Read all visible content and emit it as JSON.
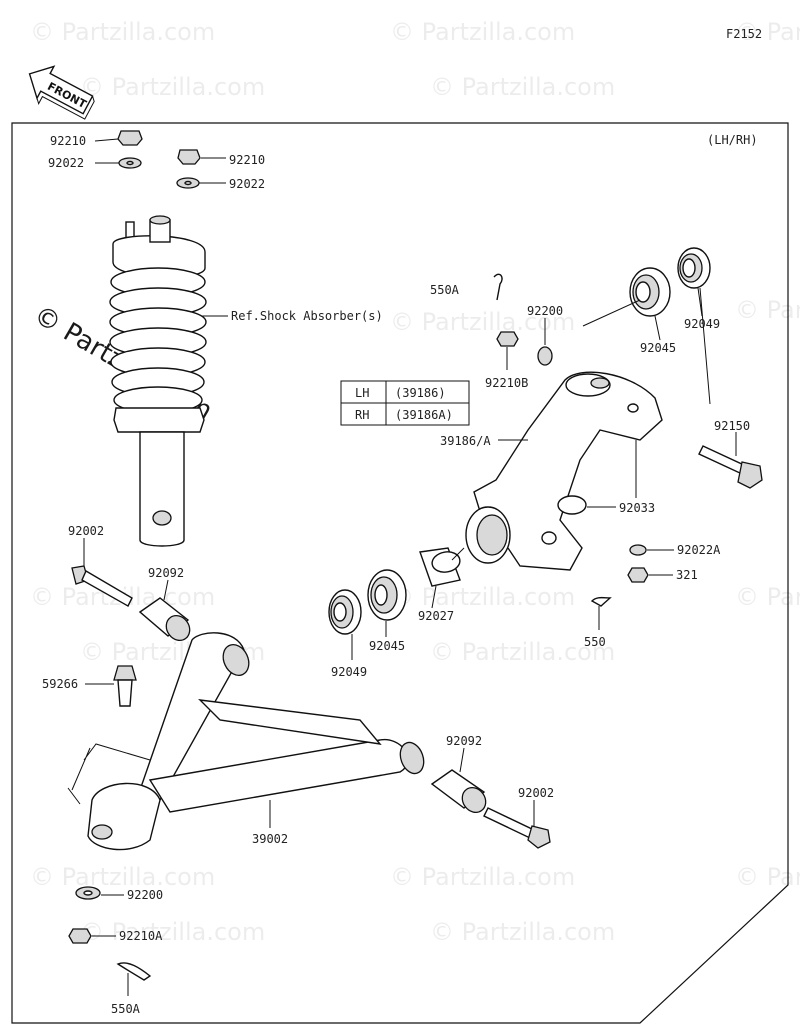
{
  "figure_code": "F2152",
  "orientation_label": "(LH/RH)",
  "front_arrow_text": "FRONT",
  "watermark_text": "© Partzilla.com",
  "variant_table": {
    "rows": [
      {
        "side": "LH",
        "part": "(39186)"
      },
      {
        "side": "RH",
        "part": "(39186A)"
      }
    ]
  },
  "callouts": {
    "nut_top_left": "92210",
    "washer_top_left": "92022",
    "nut_top_right": "92210",
    "washer_top_right": "92022",
    "shock_ref": "Ref.Shock Absorber(s)",
    "cotter_pin_upper": "550A",
    "knuckle_washer": "92200",
    "knuckle_nut": "92210B",
    "bearing_right": "92045",
    "seal_right": "92049",
    "knuckle": "39186/A",
    "bolt_right": "92150",
    "circlip": "92033",
    "washer_right": "92022A",
    "nut_321": "321",
    "cotter_pin_right": "550",
    "collar": "92027",
    "bearing_left": "92045",
    "seal_left": "92049",
    "bolt_upper": "92002",
    "bushing_upper": "92092",
    "ball_joint": "59266",
    "bushing_lower": "92092",
    "bolt_lower": "92002",
    "arm": "39002",
    "washer_bottom": "92200",
    "nut_bottom": "92210A",
    "cotter_pin_bottom": "550A"
  },
  "colors": {
    "line": "#111111",
    "shade": "#d9d9d9",
    "background": "#ffffff"
  }
}
